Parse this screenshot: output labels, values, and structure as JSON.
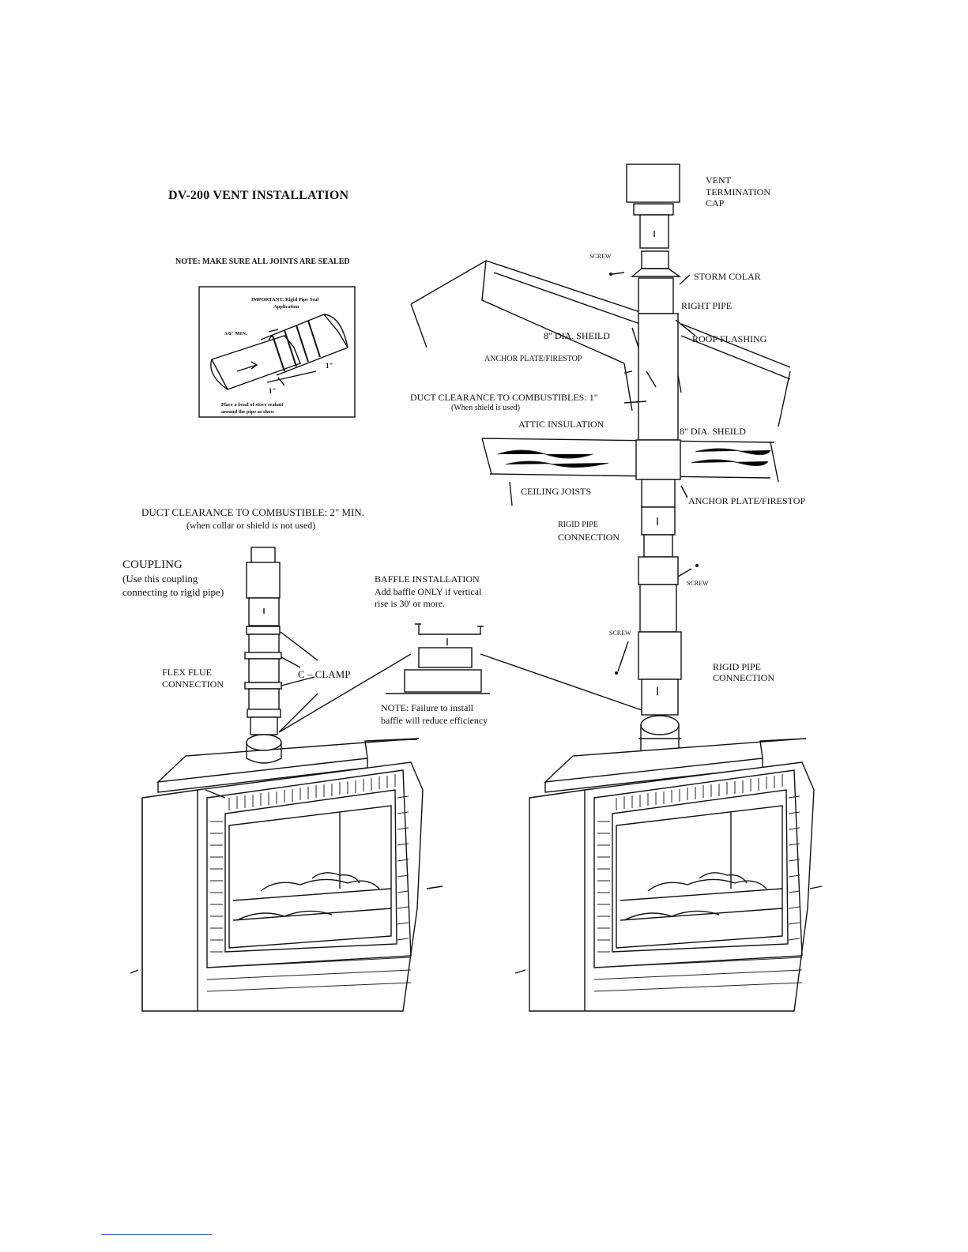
{
  "title": "DV-200 VENT INSTALLATION",
  "note_sealed": "NOTE: MAKE SURE ALL JOINTS ARE SEALED",
  "inset": {
    "important": "IMPORTANT: Rigid Pipe Seal",
    "application": "Application",
    "min": "3/8\" MIN.",
    "one_inch_a": "1\"",
    "one_inch_b": "1\"",
    "bead_1": "Place a bead of stove sealant",
    "bead_2": "around the pipe as show"
  },
  "left": {
    "clearance_1": "DUCT CLEARANCE TO COMBUSTIBLE: 2\" MIN.",
    "clearance_2": "(when collar or shield is not used)",
    "coupling": "COUPLING",
    "coupling_1": "(Use this coupling",
    "coupling_2": "connecting to rigid pipe)",
    "flex_1": "FLEX FLUE",
    "flex_2": "CONNECTION",
    "c_clamp": "C – CLAMP"
  },
  "baffle": {
    "title": "BAFFLE INSTALLATION",
    "line_1": "Add baffle ONLY if vertical",
    "line_2": "rise is 30' or more.",
    "note_1": "NOTE: Failure to install",
    "note_2": "baffle will reduce efficiency"
  },
  "right": {
    "cap_1": "VENT",
    "cap_2": "TERMINATION",
    "cap_3": "CAP",
    "screw_top": "SCREW",
    "storm_collar": "STORM COLAR",
    "right_pipe": "RIGHT PIPE",
    "roof_flashing": "ROOF FLASHING",
    "shield_upper": "8\" DIA. SHEILD",
    "anchor_upper": "ANCHOR PLATE/FIRESTOP",
    "duct_clear_1": "DUCT CLEARANCE TO COMBUSTIBLES: 1\"",
    "duct_clear_2": "(When shield is used)",
    "attic": "ATTIC INSULATION",
    "shield_lower": "8\" DIA. SHEILD",
    "joists": "CEILING JOISTS",
    "anchor_lower": "ANCHOR PLATE/FIRESTOP",
    "rigid_1a": "RIGID PIPE",
    "rigid_1b": "CONNECTION",
    "screw_mid": "SCREW",
    "screw_low": "SCREW",
    "rigid_2a": "RIGID PIPE",
    "rigid_2b": "CONNECTION"
  }
}
